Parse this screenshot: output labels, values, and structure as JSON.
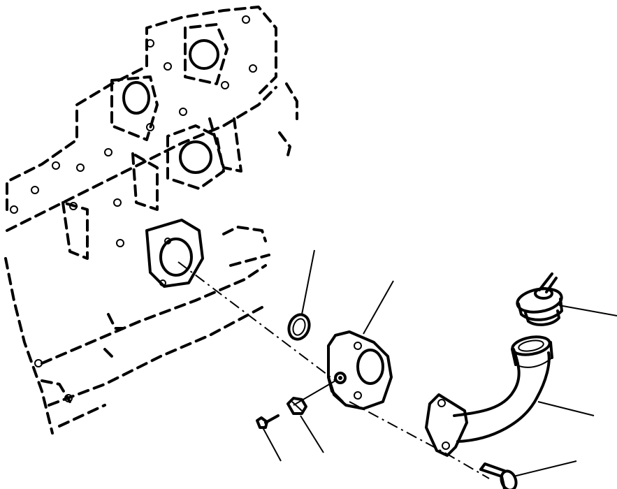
{
  "figure": {
    "description_visible_text": [],
    "ink_color": "#000000",
    "background_color": "#ffffff",
    "parts": [
      {
        "id": "engine-block",
        "rendering": "dashed-outline"
      },
      {
        "id": "o-ring"
      },
      {
        "id": "spacer-adapter"
      },
      {
        "id": "plug-screw"
      },
      {
        "id": "washer"
      },
      {
        "id": "filler-pipe-elbow"
      },
      {
        "id": "filler-cap"
      },
      {
        "id": "mounting-bolt"
      }
    ]
  }
}
